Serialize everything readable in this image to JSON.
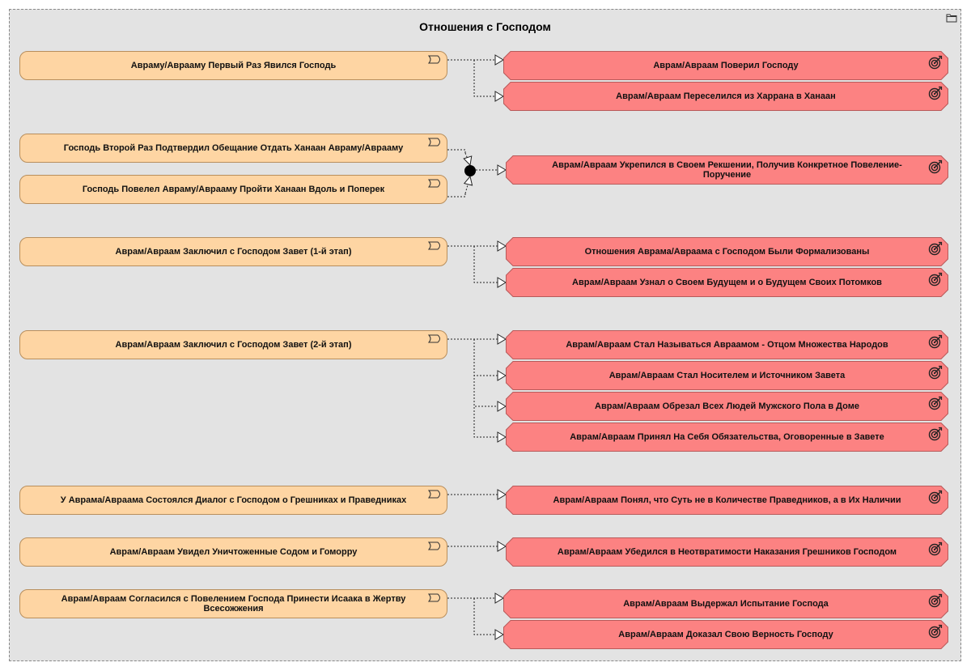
{
  "group": {
    "title": "Отношения с Господом"
  },
  "events": [
    "Авраму/Аврааму Первый Раз Явился Господь",
    "Господь Второй Раз Подтвердил Обещание Отдать Ханаан Авраму/Аврааму",
    "Господь Повелел Авраму/Аврааму Пройти Ханаан Вдоль и Поперек",
    "Аврам/Авраам Заключил с Господом Завет (1-й этап)",
    "Аврам/Авраам Заключил с Господом Завет (2-й этап)",
    "У Аврама/Авраама Состоялся Диалог с Господом о Грешниках и Праведниках",
    "Аврам/Авраам Увидел Уничтоженные Содом и Гоморру",
    "Аврам/Авраам Согласился с Повелением Господа Принести Исаака в Жертву Всесожжения"
  ],
  "goals": [
    "Аврам/Авраам Поверил Господу",
    "Аврам/Авраам Переселился из Харрана в Ханаан",
    "Аврам/Авраам Укрепился в Своем Рекшении, Получив Конкретное Повеление-Поручение",
    "Отношения Аврама/Авраама с Господом Были Формализованы",
    "Аврам/Авраам Узнал о Своем Будущем и о Будущем Своих Потомков",
    "Аврам/Авраам Стал Называться Авраамом - Отцом Множества Народов",
    "Аврам/Авраам Стал Носителем и Источником Завета",
    "Аврам/Авраам Обрезал Всех Людей Мужского Пола в Доме",
    "Аврам/Авраам Принял На Себя Обязательства, Оговоренные в Завете",
    "Аврам/Авраам Понял, что Суть не в Количестве Праведников, а в Их Наличии",
    "Аврам/Авраам Убедился в Неотвратимости Наказания Грешников Господом",
    "Аврам/Авраам Выдержал Испытание Господа",
    "Аврам/Авраам Доказал Свою Верность Господу"
  ],
  "relations": [
    {
      "from": 0,
      "to": [
        0,
        1
      ]
    },
    {
      "from": [
        1,
        2
      ],
      "via": "and-junction",
      "to": [
        2
      ]
    },
    {
      "from": 3,
      "to": [
        3,
        4
      ]
    },
    {
      "from": 4,
      "to": [
        5,
        6,
        7,
        8
      ]
    },
    {
      "from": 5,
      "to": [
        9
      ]
    },
    {
      "from": 6,
      "to": [
        10
      ]
    },
    {
      "from": 7,
      "to": [
        11,
        12
      ]
    }
  ],
  "icons": {
    "event": "event-icon",
    "goal": "target-icon",
    "group": "folder-icon",
    "junction": "and-junction"
  },
  "colors": {
    "group_bg": "#e3e3e3",
    "event_fill": "#fed5a3",
    "event_border": "#b88e5c",
    "goal_fill": "#fc8282",
    "goal_border": "#b85a5a"
  }
}
